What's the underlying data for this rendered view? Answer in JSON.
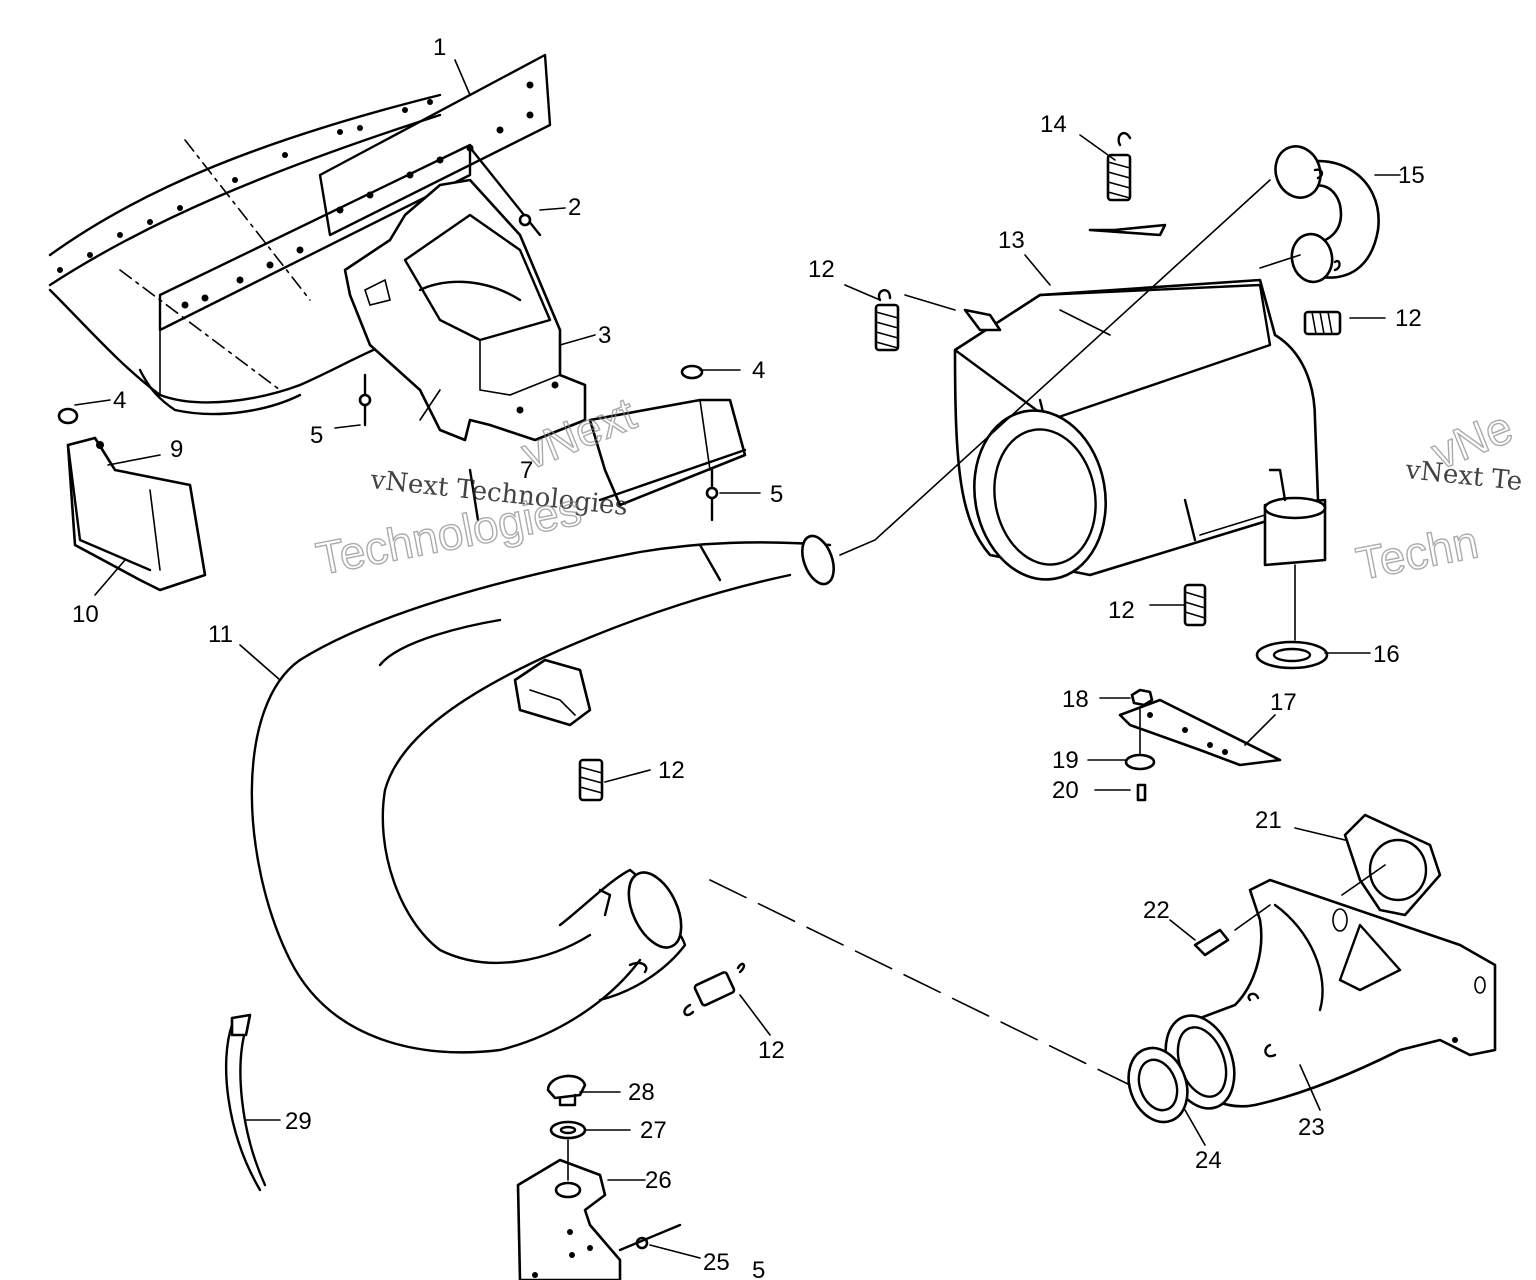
{
  "callouts": {
    "c1": "1",
    "c2": "2",
    "c3": "3",
    "c4a": "4",
    "c4b": "4",
    "c5a": "5",
    "c5b": "5",
    "c5c": "5",
    "c7": "7",
    "c9": "9",
    "c10": "10",
    "c11": "11",
    "c12a": "12",
    "c12b": "12",
    "c12c": "12",
    "c12d": "12",
    "c12e": "12",
    "c13": "13",
    "c14": "14",
    "c15": "15",
    "c16": "16",
    "c17": "17",
    "c18": "18",
    "c19": "19",
    "c20": "20",
    "c21": "21",
    "c22": "22",
    "c23": "23",
    "c24": "24",
    "c25": "25",
    "c26": "26",
    "c27": "27",
    "c28": "28",
    "c29": "29"
  },
  "watermark": {
    "company": "vNext Technologies",
    "word1": "vNext",
    "word2": "Technologies",
    "company_partial": "vNext Te",
    "word1_partial": "vNe",
    "word2_partial": "Techn"
  },
  "colors": {
    "ink": "#000000",
    "paper": "#ffffff",
    "watermark": "#888888"
  }
}
